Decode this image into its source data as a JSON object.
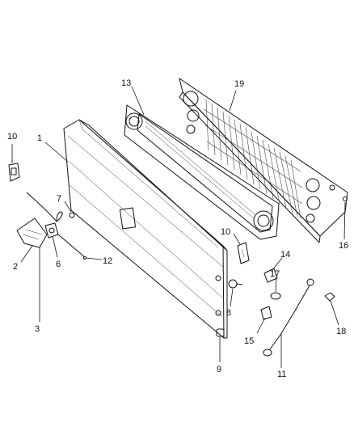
{
  "diagram": {
    "callouts": [
      {
        "id": "c1",
        "text": "1"
      },
      {
        "id": "c2",
        "text": "2"
      },
      {
        "id": "c3",
        "text": "3"
      },
      {
        "id": "c6",
        "text": "6"
      },
      {
        "id": "c7",
        "text": "7"
      },
      {
        "id": "c8",
        "text": "8"
      },
      {
        "id": "c9",
        "text": "9"
      },
      {
        "id": "c10a",
        "text": "10"
      },
      {
        "id": "c10b",
        "text": "10"
      },
      {
        "id": "c11",
        "text": "11"
      },
      {
        "id": "c12",
        "text": "12"
      },
      {
        "id": "c13",
        "text": "13"
      },
      {
        "id": "c14",
        "text": "14"
      },
      {
        "id": "c15",
        "text": "15"
      },
      {
        "id": "c16",
        "text": "16"
      },
      {
        "id": "c17",
        "text": "17"
      },
      {
        "id": "c18",
        "text": "18"
      },
      {
        "id": "c19",
        "text": "19"
      }
    ]
  }
}
